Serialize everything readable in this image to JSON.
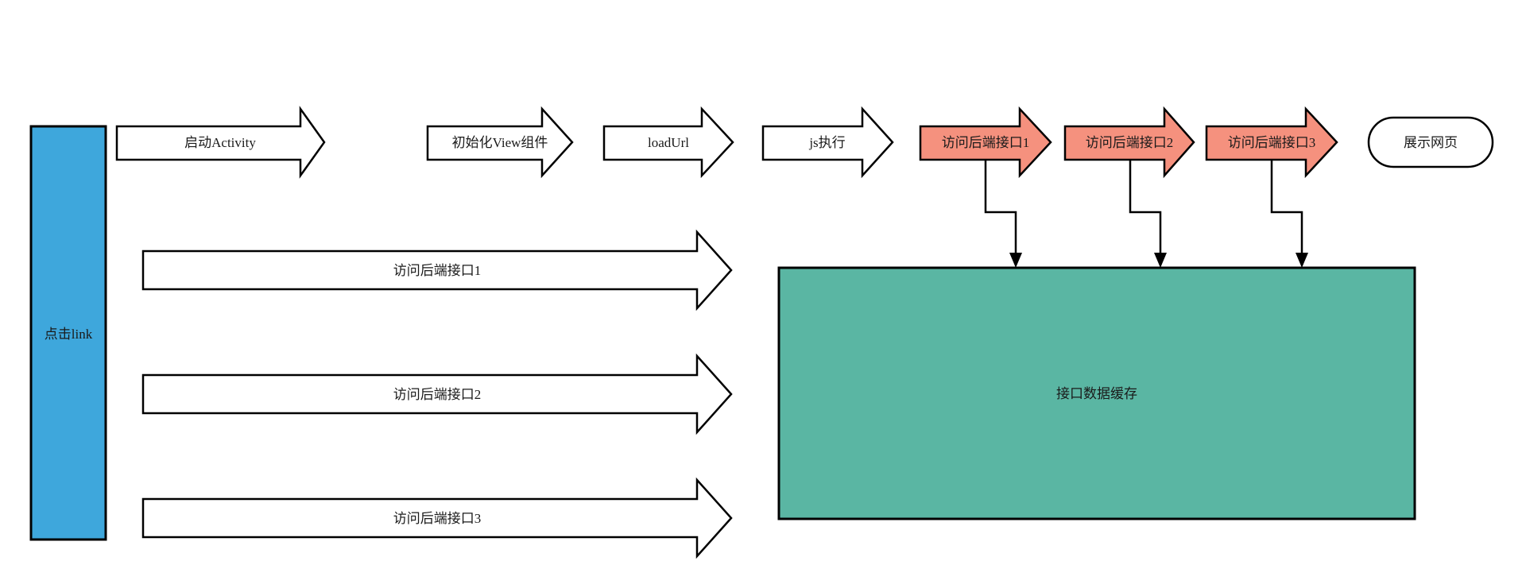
{
  "diagram_title": "webview-link-loading-flow",
  "colors": {
    "background": "#ffffff",
    "stroke": "#000000",
    "text": "#1a1a1a",
    "blue_node": "#3EA7DC",
    "salmon_node": "#F5917E",
    "teal_node": "#5AB6A3",
    "white_node": "#ffffff"
  },
  "nodes": {
    "click_link": {
      "label": "点击link"
    },
    "top_flow": [
      {
        "label": "启动Activity",
        "style": "white-arrow"
      },
      {
        "label": "初始化View组件",
        "style": "white-arrow"
      },
      {
        "label": "loadUrl",
        "style": "white-arrow"
      },
      {
        "label": "js执行",
        "style": "white-arrow"
      },
      {
        "label": "访问后端接口1",
        "style": "salmon-arrow"
      },
      {
        "label": "访问后端接口2",
        "style": "salmon-arrow"
      },
      {
        "label": "访问后端接口3",
        "style": "salmon-arrow"
      }
    ],
    "show_page": {
      "label": "展示网页"
    },
    "long_arrows": [
      {
        "label": "访问后端接口1"
      },
      {
        "label": "访问后端接口2"
      },
      {
        "label": "访问后端接口3"
      }
    ],
    "cache": {
      "label": "接口数据缓存"
    }
  }
}
